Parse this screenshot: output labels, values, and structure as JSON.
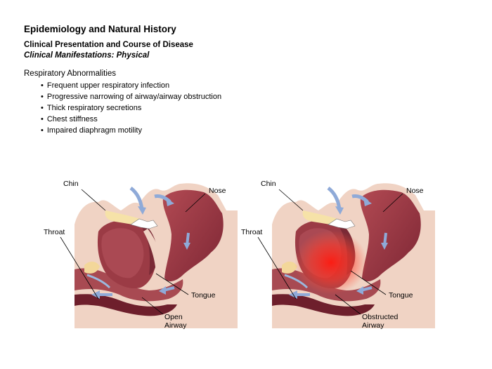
{
  "heading": "Epidemiology and Natural History",
  "subheading": "Clinical Presentation and Course of Disease",
  "subheading_italic": "Clinical Manifestations: Physical",
  "section_title": "Respiratory Abnormalities",
  "bullets": [
    "Frequent upper respiratory infection",
    "Progressive narrowing of airway/airway obstruction",
    "Thick respiratory secretions",
    "Chest stiffness",
    "Impaired diaphragm motility"
  ],
  "figure_left": {
    "chin": "Chin",
    "nose": "Nose",
    "throat": "Throat",
    "tongue": "Tongue",
    "airway_line1": "Open",
    "airway_line2": "Airway"
  },
  "figure_right": {
    "chin": "Chin",
    "nose": "Nose",
    "throat": "Throat",
    "tongue": "Tongue",
    "airway_line1": "Obstructed",
    "airway_line2": "Airway"
  },
  "colors": {
    "skin": "#f0d3c4",
    "tissue": "#9b3b45",
    "tissue_dark": "#6e1f2c",
    "airway_arrow": "#8faad8",
    "obstruction": "#ff2a20"
  }
}
